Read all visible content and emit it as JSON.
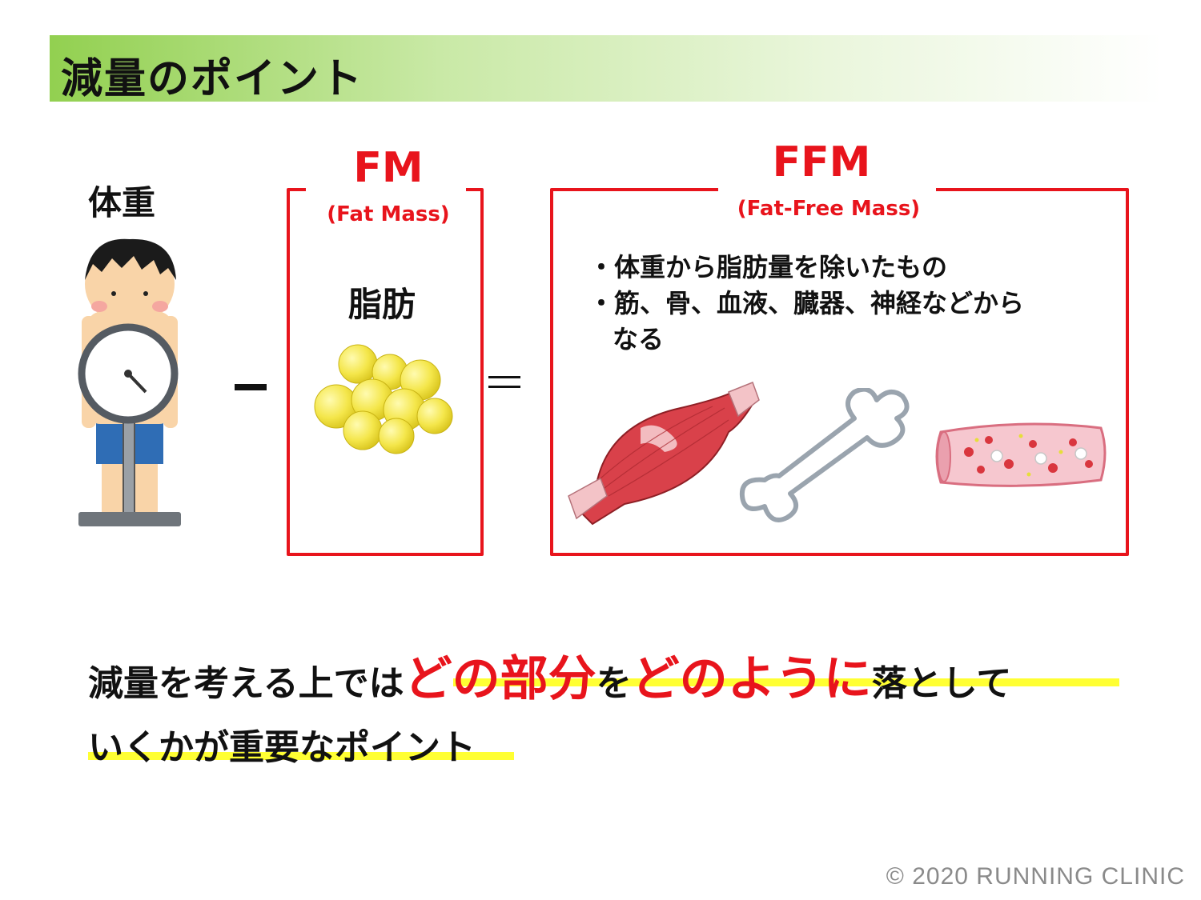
{
  "title": "減量のポイント",
  "weight_label": "体重",
  "fm": {
    "title": "FM",
    "subtitle": "(Fat Mass)",
    "label": "脂肪"
  },
  "ffm": {
    "title": "FFM",
    "subtitle": "(Fat-Free Mass)",
    "bullet1": "・体重から脂肪量を除いたもの",
    "bullet2": "・筋、骨、血液、臓器、神経などから",
    "bullet2_cont": "なる"
  },
  "message": {
    "part1": "減量を考える上では",
    "emph1": "どの部分",
    "part2": "を",
    "emph2": "どのように",
    "part3": "落として",
    "line2": "いくかが重要なポイント"
  },
  "copyright": "© 2020 RUNNING CLINIC",
  "colors": {
    "accent_red": "#e8141c",
    "title_green": "#92d050",
    "highlight_yellow": "#ffff33"
  }
}
